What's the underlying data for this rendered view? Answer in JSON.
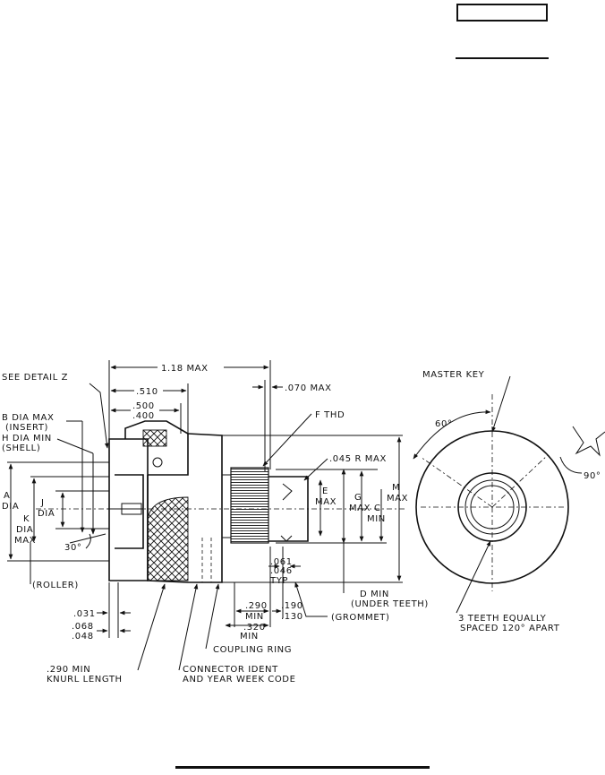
{
  "labels": {
    "see_detail_z": "SEE DETAIL Z",
    "overall_length": "1.18 MAX",
    "dim_510": ".510",
    "dim_500": ".500",
    "dim_400": ".400",
    "dim_070_max": ".070 MAX",
    "master_key": "MASTER KEY",
    "b_dia_max": "B DIA MAX",
    "insert": "(INSERT)",
    "h_dia_min": "H DIA MIN",
    "shell": "(SHELL)",
    "f_thd": "F THD",
    "angle_60": "60°",
    "r_045_max": ".045 R MAX",
    "angle_90": "90°",
    "a_dia_1": "A",
    "a_dia_2": "DIA",
    "j_dia_1": "J",
    "j_dia_2": "DIA",
    "k_dia_1": "K",
    "k_dia_2": "DIA",
    "k_dia_3": "MAX",
    "e_max_1": "E",
    "e_max_2": "MAX",
    "g_max_1": "G",
    "g_max_2": "MAX",
    "c_min_1": "C",
    "c_min_2": "MIN",
    "m_max_1": "M",
    "m_max_2": "MAX",
    "angle_30": "30°",
    "roller": "(ROLLER)",
    "dim_061": ".061",
    "dim_046": ".046",
    "typ": "TYP",
    "d_min": "D MIN",
    "under_teeth": "(UNDER TEETH)",
    "dim_031": ".031",
    "dim_290_min_1": ".290",
    "dim_290_min_2": "MIN",
    "dim_190": ".190",
    "dim_130": ".130",
    "grommet": "(GROMMET)",
    "teeth_1": "3 TEETH EQUALLY",
    "teeth_2": "SPACED 120° APART",
    "dim_068": ".068",
    "dim_048": ".048",
    "dim_320_1": ".320",
    "dim_320_2": "MIN",
    "coupling_ring": "COUPLING RING",
    "knurl_1": ".290  MIN",
    "knurl_2": "KNURL LENGTH",
    "ident_1": "CONNECTOR IDENT",
    "ident_2": "AND YEAR WEEK CODE"
  }
}
